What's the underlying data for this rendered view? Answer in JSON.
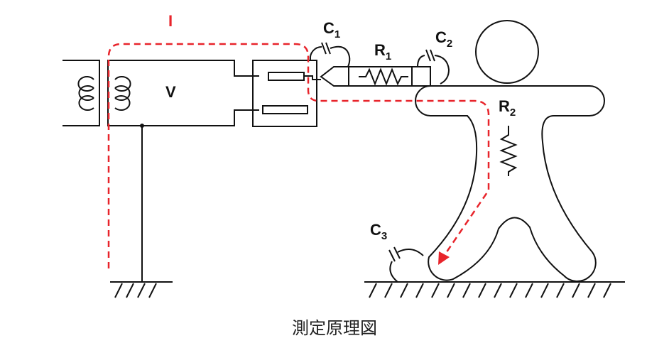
{
  "labels": {
    "current": "I",
    "voltage": "V",
    "c1": {
      "main": "C",
      "sub": "1"
    },
    "r1": {
      "main": "R",
      "sub": "1"
    },
    "c2": {
      "main": "C",
      "sub": "2"
    },
    "r2": {
      "main": "R",
      "sub": "2"
    },
    "c3": {
      "main": "C",
      "sub": "3"
    }
  },
  "caption": "測定原理図",
  "colors": {
    "line": "#111111",
    "current": "#e8242b"
  }
}
